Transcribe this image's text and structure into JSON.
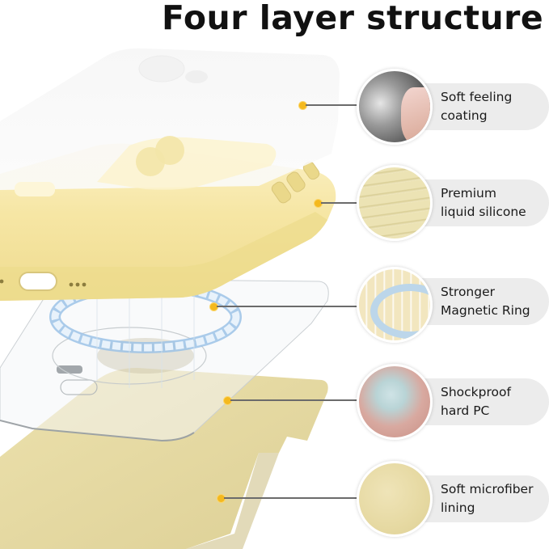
{
  "header": {
    "title": "Four layer structure"
  },
  "colors": {
    "silicone_yellow": "#f3e3a0",
    "microfiber": "#e7dba4",
    "pill_bg": "#ececec",
    "dot": "#f4b91e",
    "connector": "#6b6b6b"
  },
  "features": [
    {
      "label_line1": "Soft feeling",
      "label_line2": "coating",
      "icon": "spray-coating-thumb"
    },
    {
      "label_line1": "Premium",
      "label_line2": "liquid silicone",
      "icon": "silicone-swirl-thumb"
    },
    {
      "label_line1": "Stronger",
      "label_line2": "Magnetic Ring",
      "icon": "magnetic-ring-thumb"
    },
    {
      "label_line1": "Shockproof",
      "label_line2": "hard PC",
      "icon": "pc-granules-thumb"
    },
    {
      "label_line1": "Soft microfiber",
      "label_line2": "lining",
      "icon": "microfiber-thumb"
    }
  ]
}
